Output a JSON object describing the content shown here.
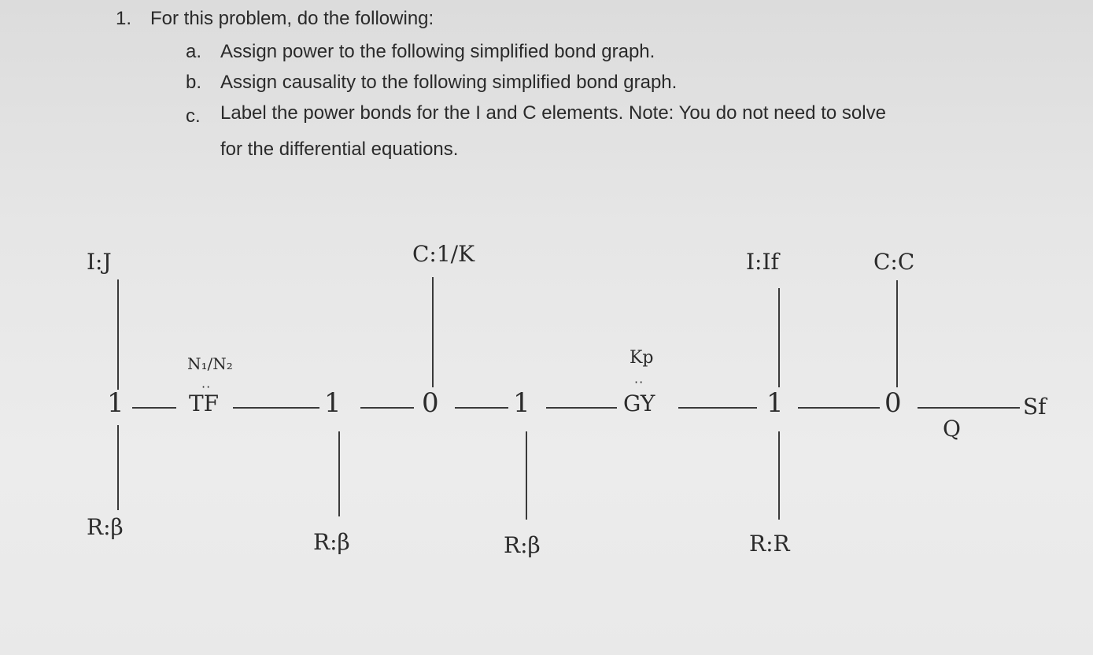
{
  "instructions": {
    "number": "1.",
    "heading": "For this problem, do the following:",
    "items": [
      {
        "marker": "a.",
        "text": "Assign power to the following simplified bond graph."
      },
      {
        "marker": "b.",
        "text": "Assign causality to the following simplified bond graph."
      },
      {
        "marker": "c.",
        "text": "Label the power bonds for the I and C elements. Note: You do not need to solve"
      },
      {
        "marker": "",
        "text": "for the differential equations."
      }
    ]
  },
  "bond_graph": {
    "elements": {
      "i_j": "I:J",
      "r_beta_1": "R:β",
      "junction_1a": "1",
      "tf": "TF",
      "tf_ratio": "N₁/N₂",
      "junction_1b": "1",
      "r_beta_2": "R:β",
      "c_k": "C:1/K",
      "junction_0a": "0",
      "junction_1c": "1",
      "r_beta_3": "R:β",
      "gy_kp": "Kp",
      "gy": "GY",
      "i_if": "I:If",
      "junction_1d": "1",
      "r_r": "R:R",
      "c_c": "C:C",
      "junction_0b": "0",
      "q_label": "Q",
      "sf": "Sf"
    }
  }
}
